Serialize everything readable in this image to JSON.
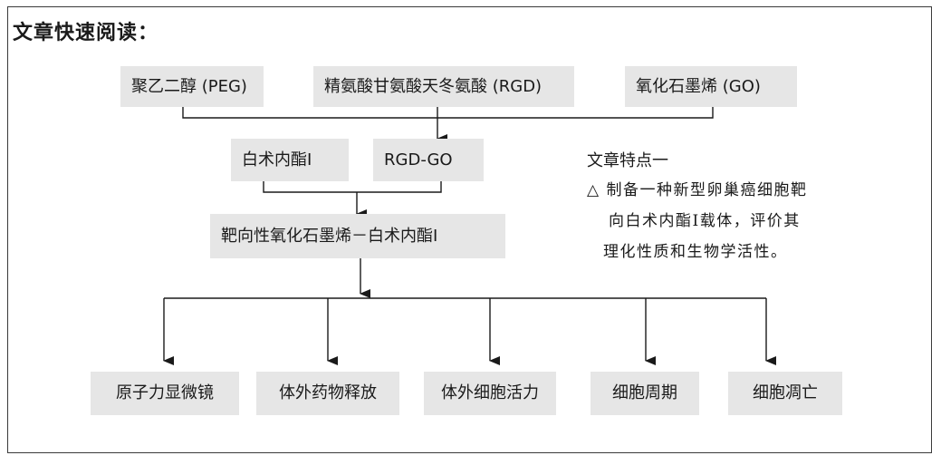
{
  "title": "文章快速阅读：",
  "inputs": [
    "聚乙二醇 (PEG)",
    "精氨酸甘氨酸天冬氨酸 (RGD)",
    "氧化石墨烯 (GO)"
  ],
  "middle": [
    "白术内酯Ⅰ",
    "RGD-GO"
  ],
  "combined": "靶向性氧化石墨烯－白术内酯Ⅰ",
  "outputs": [
    "原子力显微镜",
    "体外药物释放",
    "体外细胞活力",
    "细胞周期",
    "细胞凋亡"
  ],
  "feature": {
    "title": "文章特点一",
    "lines": [
      "△ 制备一种新型卵巢癌细胞靶",
      "向白术内酯Ⅰ载体，评价其",
      "理化性质和生物学活性。"
    ]
  }
}
